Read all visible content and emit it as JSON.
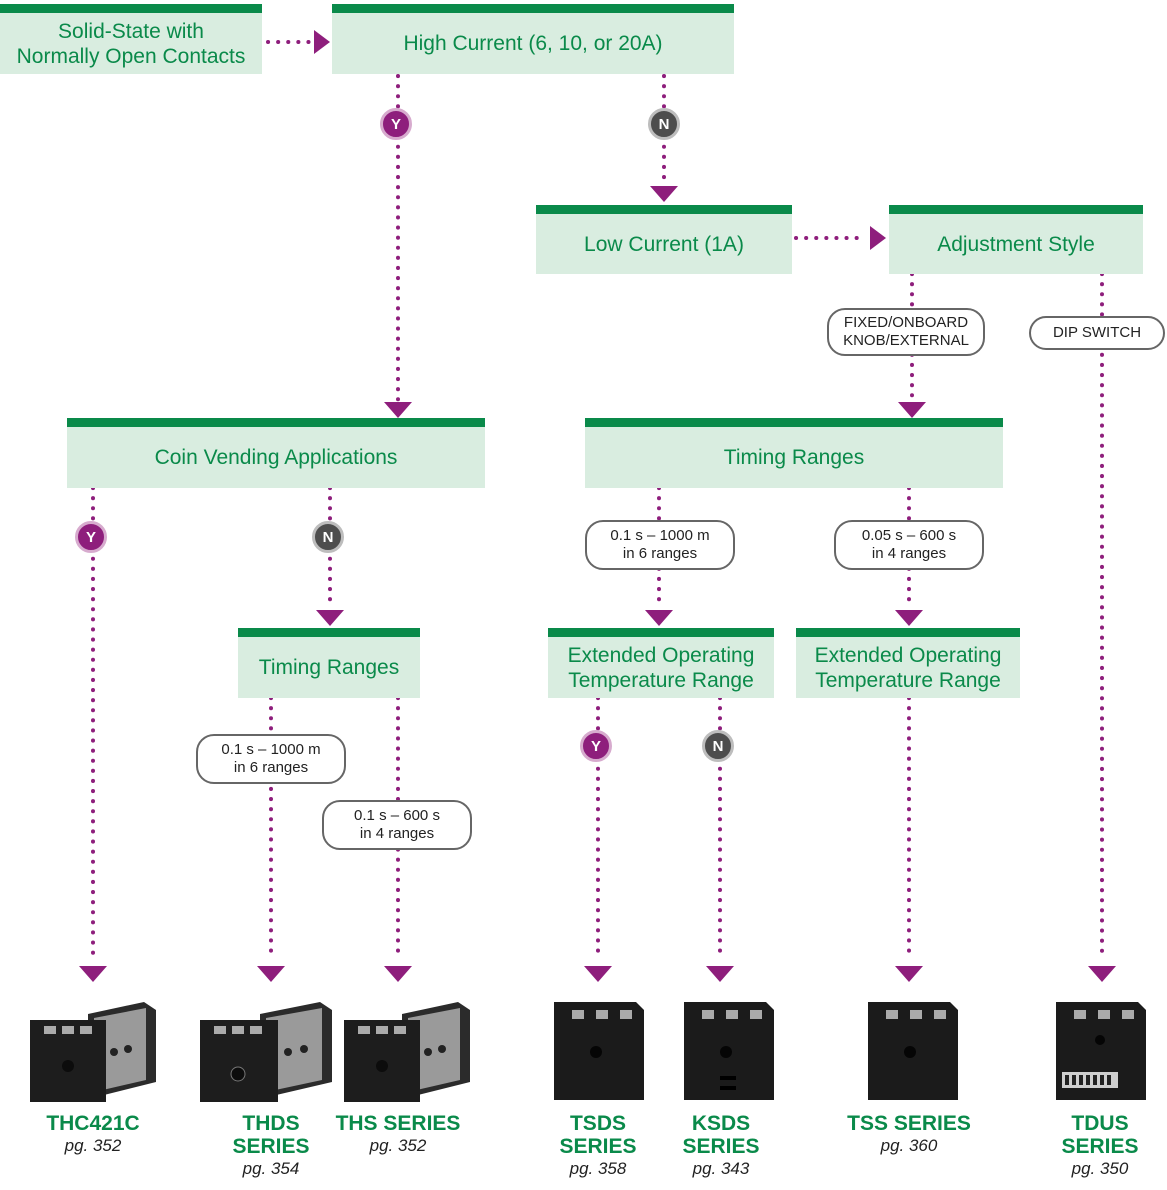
{
  "boxes": {
    "solid_state": [
      "Solid-State with",
      "Normally Open Contacts"
    ],
    "high_current": "High Current (6, 10, or 20A)",
    "low_current": "Low Current (1A)",
    "adjustment_style": "Adjustment Style",
    "coin_vending": "Coin Vending Applications",
    "timing_ranges_right": "Timing Ranges",
    "timing_ranges_left": "Timing Ranges",
    "ext_temp_1": [
      "Extended Operating",
      "Temperature Range"
    ],
    "ext_temp_2": [
      "Extended Operating",
      "Temperature Range"
    ]
  },
  "pills": {
    "fixed_onboard": [
      "FIXED/ONBOARD",
      "KNOB/EXTERNAL"
    ],
    "dip_switch": "DIP SWITCH",
    "range_1000m_right": [
      "0.1 s – 1000 m",
      "in 6 ranges"
    ],
    "range_600s_right": [
      "0.05 s – 600 s",
      "in 4 ranges"
    ],
    "range_1000m_left": [
      "0.1 s – 1000 m",
      "in 6 ranges"
    ],
    "range_600s_left": [
      "0.1 s – 600 s",
      "in 4 ranges"
    ]
  },
  "badges": {
    "yes": "Y",
    "no": "N"
  },
  "products": [
    {
      "name": "THC421C",
      "page": "pg. 352"
    },
    {
      "name": "THDS SERIES",
      "page": "pg. 354"
    },
    {
      "name": "THS SERIES",
      "page": "pg. 352"
    },
    {
      "name": "TSDS SERIES",
      "page": "pg. 358"
    },
    {
      "name": "KSDS SERIES",
      "page": "pg. 343"
    },
    {
      "name": "TSS SERIES",
      "page": "pg. 360"
    },
    {
      "name": "TDUS SERIES",
      "page": "pg. 350"
    }
  ],
  "colors": {
    "green": "#0a8a4a",
    "box_fill": "#d9ede0",
    "purple": "#8e1e7c",
    "gray_badge": "#4d4d4d"
  }
}
